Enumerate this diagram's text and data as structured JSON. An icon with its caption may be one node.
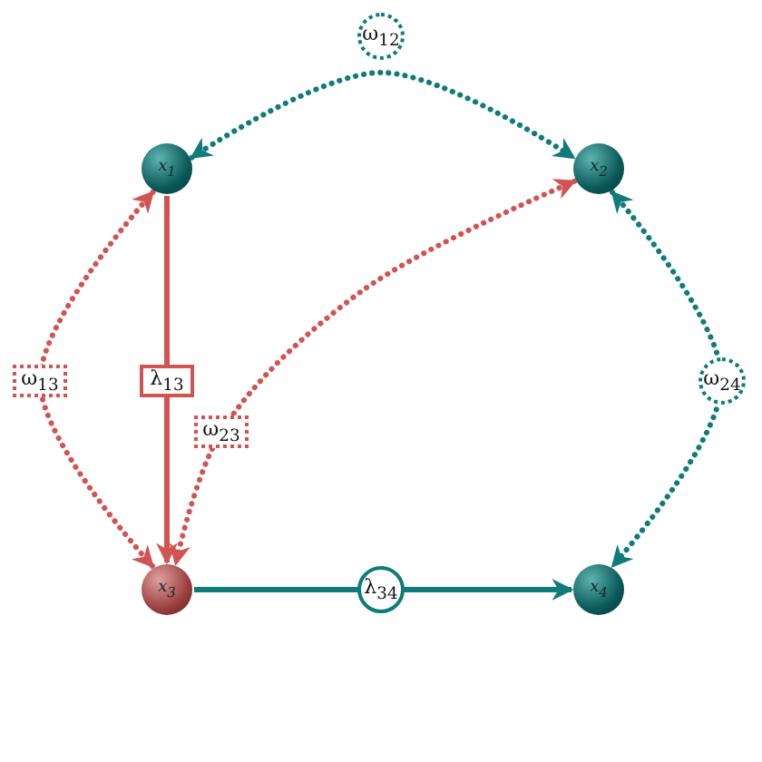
{
  "diagram": {
    "nodes": [
      {
        "text": [
          "x$_{1}$"
        ]
      },
      {
        "text": [
          "x$_{2}$"
        ]
      },
      {
        "text": [
          "x$_{3}$"
        ]
      },
      {
        "text": [
          "x$_{4}$"
        ]
      }
    ],
    "edges": [
      {
        "from": 0,
        "to": 1,
        "arrow": "both",
        "label": "ω$_{12}$",
        "style": "dashed",
        "color": "#0f7b7a"
      },
      {
        "from": 0,
        "to": 2,
        "arrow": "both",
        "label": "ω$_{13}$",
        "style": "dashed",
        "color": "#d25452"
      },
      {
        "from": 0,
        "to": 2,
        "arrow": "to",
        "label": "λ$_{13}$",
        "color": "#d25452"
      },
      {
        "from": 1,
        "to": 2,
        "arrow": "both",
        "label": "ω$_{23}$",
        "style": "dashed",
        "color": "#d25452"
      },
      {
        "from": 1,
        "to": 3,
        "arrow": "both",
        "label": "ω$_{24}$",
        "style": "dashed",
        "color": "#0f7b7a"
      },
      {
        "from": 2,
        "to": 3,
        "arrow": "to",
        "label": "λ$_{34}$",
        "color": "#0f7b7a"
      }
    ]
  }
}
